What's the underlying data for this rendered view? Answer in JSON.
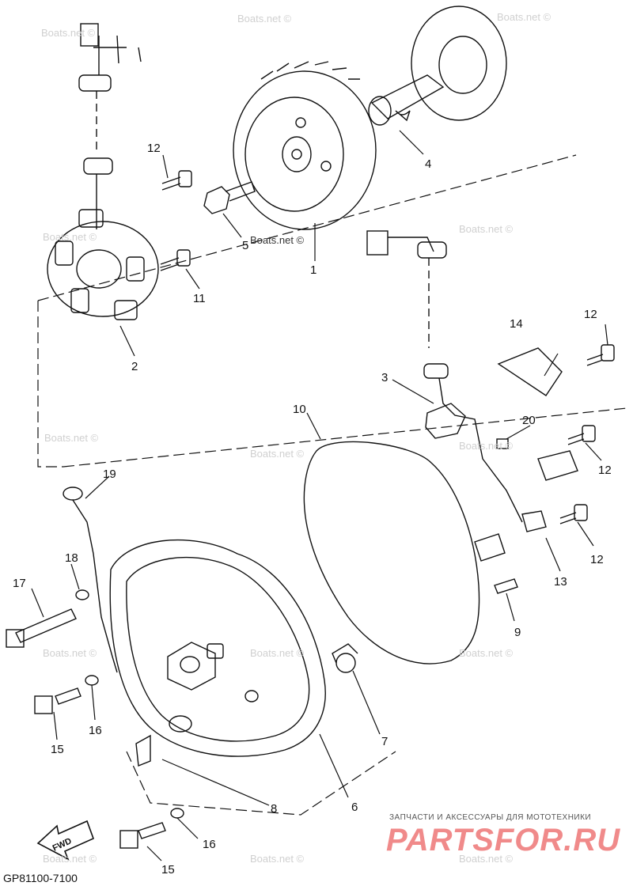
{
  "callouts": {
    "c1": "1",
    "c2": "2",
    "c3": "3",
    "c4": "4",
    "c5": "5",
    "c6": "6",
    "c7": "7",
    "c8": "8",
    "c9": "9",
    "c10": "10",
    "c11": "11",
    "c12a": "12",
    "c12b": "12",
    "c12c": "12",
    "c12d": "12",
    "c13": "13",
    "c14": "14",
    "c15a": "15",
    "c15b": "15",
    "c16a": "16",
    "c16b": "16",
    "c17": "17",
    "c18": "18",
    "c19": "19",
    "c20": "20"
  },
  "watermark": "Boats.net ©",
  "diagram_code": "GP81100-7100",
  "fwd_label": "FWD",
  "shop_tagline": "ЗАПЧАСТИ И АКСЕССУАРЫ ДЛЯ МОТОТЕХНИКИ",
  "shop_logo": "PARTSFOR.RU",
  "colors": {
    "ink": "#111111",
    "watermark": "#d0d0d0",
    "logo": "#f08a8a"
  }
}
